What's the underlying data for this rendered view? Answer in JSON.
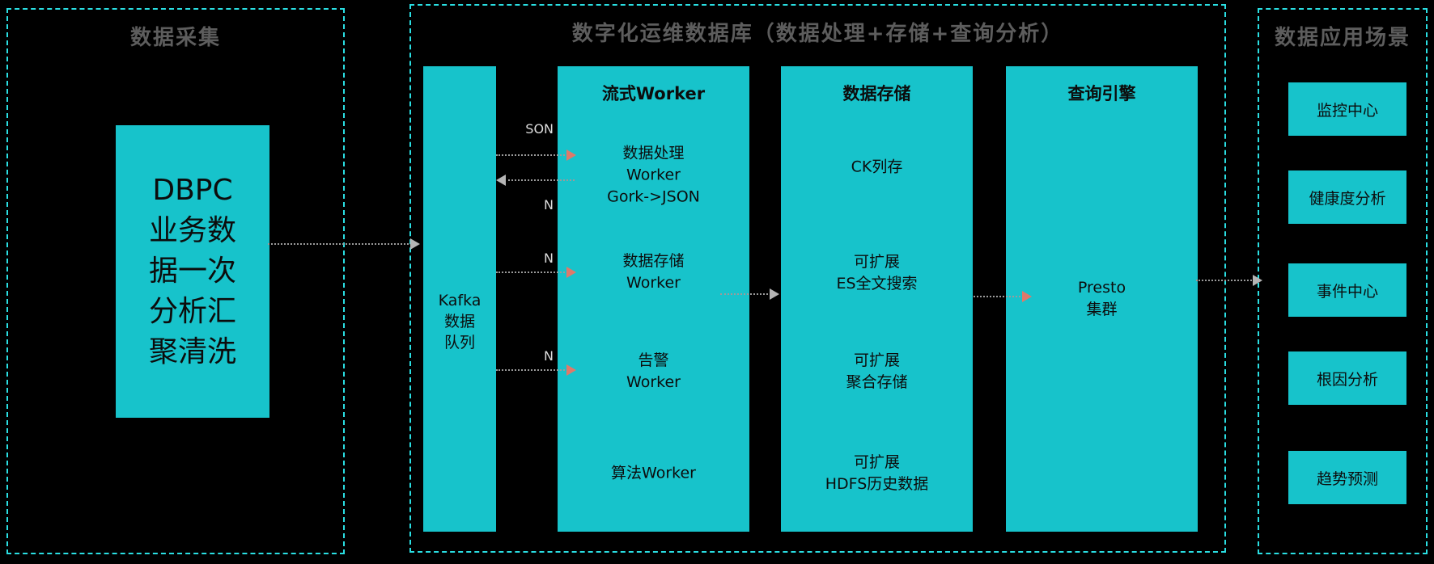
{
  "colors": {
    "accent": "#17c3cb",
    "border": "#2adfe3",
    "arrow_pink": "#e0796a",
    "arrow_gray": "#b5b5b5",
    "background": "#000000",
    "title_gray": "#5d5d5d"
  },
  "panels": {
    "collect": {
      "title": "数据采集"
    },
    "database": {
      "title": "数字化运维数据库（数据处理+存储+查询分析）"
    },
    "apps": {
      "title": "数据应用场景"
    }
  },
  "collector": {
    "lines": [
      "DBPC",
      "业务数",
      "据一次",
      "分析汇",
      "聚清洗"
    ]
  },
  "kafka": {
    "lines": [
      "Kafka",
      "数据",
      "队列"
    ]
  },
  "worker_column": {
    "title": "流式Worker",
    "items": [
      {
        "lines": [
          "数据处理",
          "Worker",
          "Gork->JSON"
        ]
      },
      {
        "lines": [
          "数据存储",
          "Worker"
        ]
      },
      {
        "lines": [
          "告警",
          "Worker"
        ]
      },
      {
        "lines": [
          "算法Worker"
        ]
      }
    ]
  },
  "storage_column": {
    "title": "数据存储",
    "items": [
      {
        "lines": [
          "CK列存"
        ]
      },
      {
        "lines": [
          "可扩展",
          "ES全文搜索"
        ]
      },
      {
        "lines": [
          "可扩展",
          "聚合存储"
        ]
      },
      {
        "lines": [
          "可扩展",
          "HDFS历史数据"
        ]
      }
    ]
  },
  "query_column": {
    "title": "查询引擎",
    "items": [
      {
        "lines": [
          "Presto",
          "集群"
        ]
      }
    ]
  },
  "apps": {
    "items": [
      "监控中心",
      "健康度分析",
      "事件中心",
      "根因分析",
      "趋势预测"
    ]
  },
  "arrow_labels": [
    "SON",
    "N",
    "N",
    "N"
  ]
}
